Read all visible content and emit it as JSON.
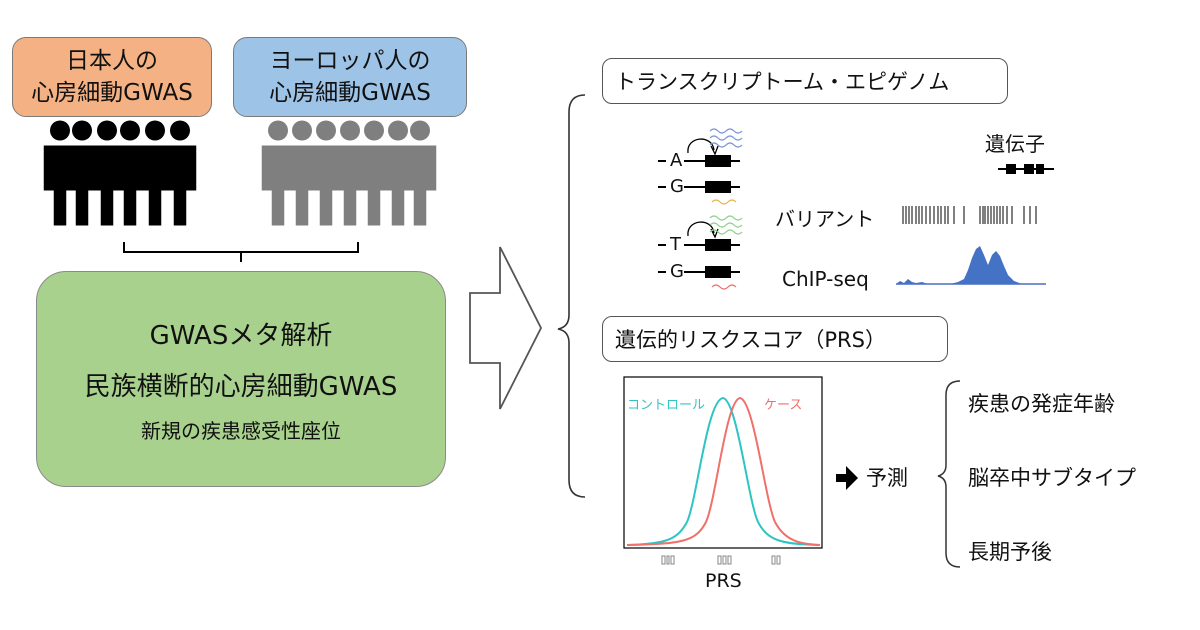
{
  "cohorts": {
    "japanese": {
      "line1": "日本人の",
      "line2": "心房細動GWAS",
      "color": "#f4b183"
    },
    "european": {
      "line1": "ヨーロッパ人の",
      "line2": "心房細動GWAS",
      "color": "#9dc3e6"
    }
  },
  "meta": {
    "line1": "GWASメタ解析",
    "line2": "民族横断的心房細動GWAS",
    "line3": "新規の疾患感受性座位",
    "color": "#a9d18e"
  },
  "omics": {
    "title": "トランスクリプトーム・エピゲノム",
    "allele_pairs": [
      {
        "top": "A",
        "bottom": "G"
      },
      {
        "top": "T",
        "bottom": "G"
      }
    ],
    "gene_label": "遺伝子",
    "variant_label": "バリアント",
    "chip_label": "ChIP-seq"
  },
  "prs": {
    "title": "遺伝的リスクスコア（PRS）",
    "control_label": "コントロール",
    "case_label": "ケース",
    "xlabel": "PRS",
    "control_color": "#2ec4c4",
    "case_color": "#f0706a"
  },
  "predict": {
    "label": "予測",
    "items": [
      "疾患の発症年齢",
      "脳卒中サブタイプ",
      "長期予後"
    ]
  }
}
